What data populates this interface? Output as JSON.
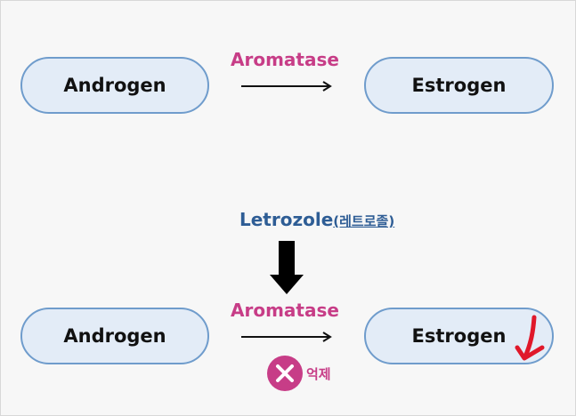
{
  "top_row": {
    "source": "Androgen",
    "enzyme": "Aromatase",
    "product": "Estrogen"
  },
  "inhibitor": {
    "name": "Letrozole",
    "korean_name": "(레트로졸)"
  },
  "bottom_row": {
    "source": "Androgen",
    "enzyme": "Aromatase",
    "product": "Estrogen",
    "inhibition_label": "억제"
  },
  "colors": {
    "enzyme": "#c73d87",
    "inhibitor": "#2e5d95",
    "pill_fill": "#e3ecf7",
    "pill_border": "#6f9ccc",
    "decrease_mark": "#e0182a"
  }
}
